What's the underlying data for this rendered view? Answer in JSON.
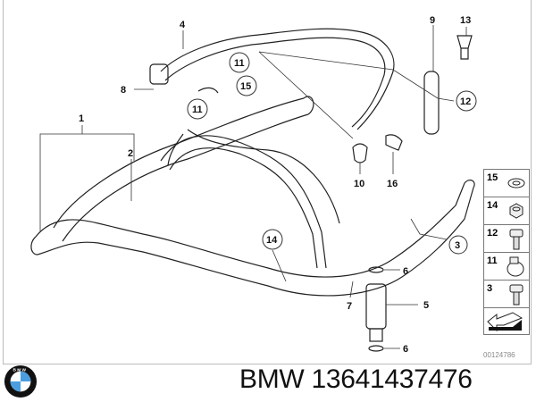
{
  "diagram": {
    "callouts": {
      "c1": "1",
      "c2": "2",
      "c3": "3",
      "c4": "4",
      "c5": "5",
      "c6a": "6",
      "c6b": "6",
      "c7": "7",
      "c8": "8",
      "c9": "9",
      "c10": "10",
      "c11a": "11",
      "c11b": "11",
      "c12": "12",
      "c13": "13",
      "c14": "14",
      "c15": "15",
      "c16": "16"
    },
    "legend": [
      {
        "label": "15",
        "icon": "washer-icon"
      },
      {
        "label": "14",
        "icon": "nut-icon"
      },
      {
        "label": "12",
        "icon": "bolt-icon"
      },
      {
        "label": "11",
        "icon": "hose-clamp-icon"
      },
      {
        "label": "3",
        "icon": "bolt-icon"
      },
      {
        "label": "",
        "icon": "arrow-icon"
      }
    ],
    "code": "00124786"
  },
  "footer": {
    "brand_logo_text": "BMW",
    "title": "BMW 13641437476"
  },
  "colors": {
    "logo_blue": "#4a9ee0",
    "line": "#222222"
  }
}
